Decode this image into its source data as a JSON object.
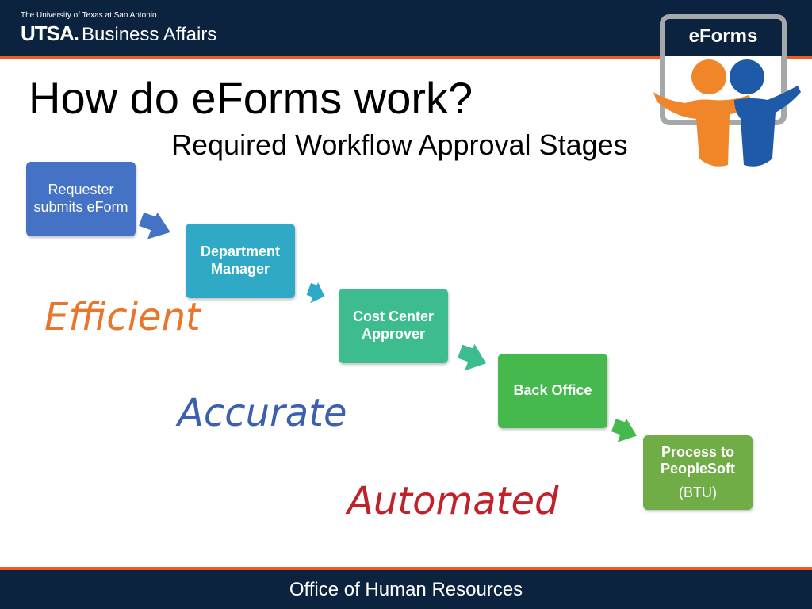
{
  "header": {
    "university": "The University of Texas at San Antonio",
    "brand_short": "UTSA.",
    "unit": "Business Affairs"
  },
  "logo": {
    "label": "eForms"
  },
  "slide": {
    "title": "How do eForms work?",
    "subtitle": "Required Workflow Approval Stages"
  },
  "workflow": {
    "steps": [
      {
        "label": "Requester submits eForm",
        "color": "#4472c4"
      },
      {
        "label": "Department Manager",
        "color": "#2fa9c6"
      },
      {
        "label": "Cost Center Approver",
        "color": "#3dbd8e"
      },
      {
        "label": "Back Office",
        "color": "#45b84e"
      },
      {
        "label": "Process to PeopleSoft",
        "sub": "(BTU)",
        "color": "#70ad47"
      }
    ]
  },
  "qualities": [
    {
      "label": "Efficient",
      "color": "#e8762d"
    },
    {
      "label": "Accurate",
      "color": "#3c5fb0"
    },
    {
      "label": "Automated",
      "color": "#c0212b"
    }
  ],
  "footer": {
    "text": "Office of Human Resources"
  },
  "colors": {
    "navy": "#0c2340",
    "orange": "#f15a22",
    "frame_gray": "#a5a8ab"
  }
}
